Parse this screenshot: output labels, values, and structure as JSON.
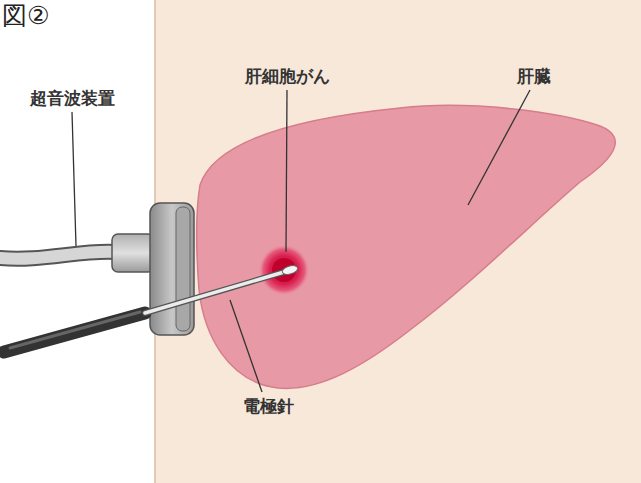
{
  "diagram": {
    "title": "図②",
    "labels": [
      "超音波装置",
      "肝細胞がん",
      "肝臓",
      "電極針"
    ]
  }
}
